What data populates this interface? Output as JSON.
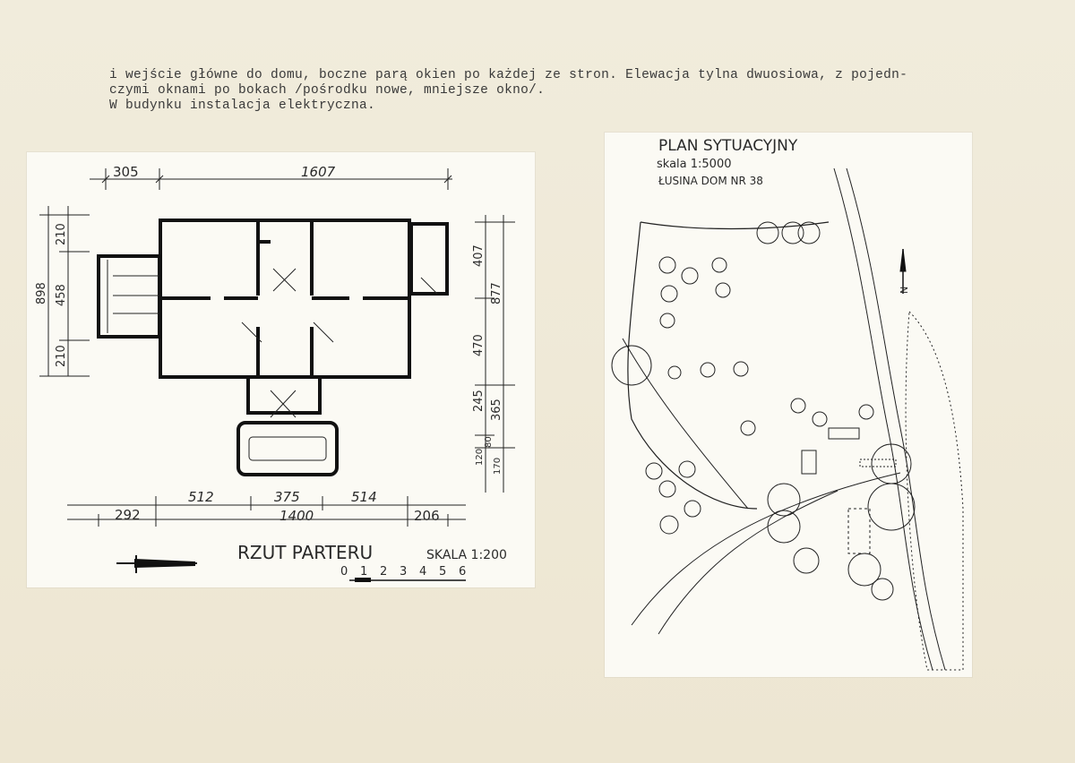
{
  "typed_text": {
    "line1": "i wejście główne do domu, boczne parą okien po każdej ze stron. Elewacja tylna dwuosiowa, z pojedn-",
    "line2": "czymi oknami po bokach /pośrodku nowe, mniejsze okno/.",
    "line3": "W budynku instalacja elektryczna."
  },
  "floor_plan": {
    "title": "RZUT PARTERU",
    "scale_label": "SKALA 1:200",
    "scale_numbers": [
      "0",
      "1",
      "2",
      "3",
      "4",
      "5",
      "6"
    ],
    "dim_top_left": "305",
    "dim_top_main": "1607",
    "dim_left_total": "898",
    "dim_left_a": "210",
    "dim_left_b": "458",
    "dim_left_c": "210",
    "dim_right_a": "407",
    "dim_right_total": "877",
    "dim_right_b": "470",
    "dim_right_c": "245",
    "dim_right_d": "365",
    "dim_right_e": "120",
    "dim_right_f": "80",
    "dim_right_g": "170",
    "dim_bottom_a": "512",
    "dim_bottom_b": "375",
    "dim_bottom_c": "514",
    "dim_bottom_left": "292",
    "dim_bottom_total": "1400",
    "dim_bottom_right": "206"
  },
  "site_plan": {
    "title": "PLAN SYTUACYJNY",
    "scale": "skala 1:5000",
    "location": "ŁUSINA DOM NR 38",
    "north_label": "N"
  }
}
